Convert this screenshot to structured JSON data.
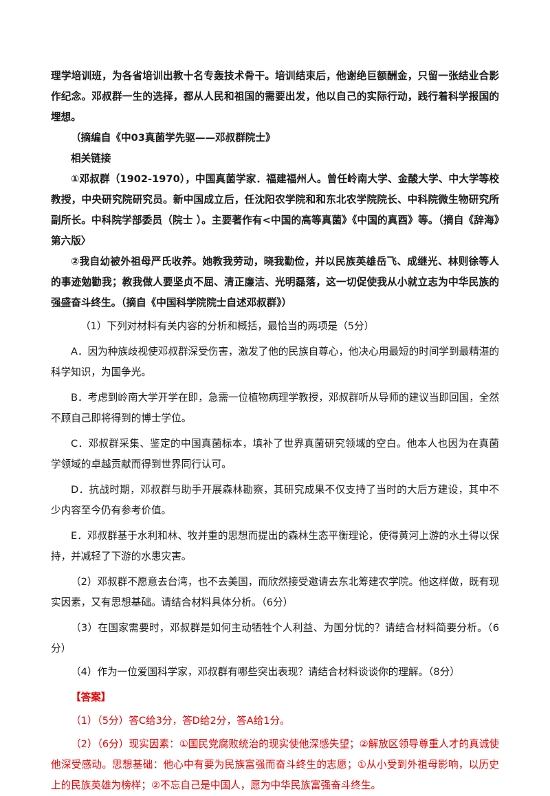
{
  "material": {
    "para_continue": "理学培训班，为各省培训出教十名专轰技术骨干。培训结束后，他谢绝巨额酬金，只留一张结业合影作纪念。邓叔群一生的选择，都从人民和祖国的需要出发，他以自己的实际行动，践行着科学报国的埋想。",
    "source": "（摘编自《中03真菌学先驱——邓叔群院士》",
    "related_heading": "相关链接",
    "link1": "①邓叔群（1902-1970），中国真菌学家．福建福州人。曾任岭南大学、金酸大学、中大学等校教授，中央研究院研究员。新中国成立后，任沈阳农学院和和东北农学院院长、中科院微生物研究所副所长。中科院学部委员（院士 ）。主要著作有<中国的高等真菌》《中国的真酉》等。（摘自《辞海》第六版〉",
    "link2": "②我自幼被外祖母严氏收养。她教我劳动，晓我勤俭，并以民族英雄岳飞、成继光、林则徐等人的事迹勉勸我；教我做人要坚贞不屈、清正廉洁、光明磊落，这一切促使我从小就立志为中华民族的强盛奋斗终生。（摘自《中国科学院院士自述邓叔群》）"
  },
  "questions": {
    "q1_stem": "（1）下列对材料有关内容的分析和概括，最恰当的两项是（5分）",
    "q1_options": [
      "A．因为种族歧视使邓叔群深受伤害，激发了他的民族自尊心，他决心用最短的时间学到最精湛的科学知识，为国争光。",
      "B．考虑到岭南大学开学在即，急需一位植物病理学教授，邓叔群听从导师的建议当即回国，全然不顾自己即将得到的博士学位。",
      "C．邓叔群采集、鉴定的中国真菌标本，填补了世界真菌研究领域的空白。他本人也因为在真菌学领域的卓越贡献而得到世界同行认可。",
      "D．抗战时期，邓叔群与助手开展森林勘察，其研究成果不仅支持了当时的大后方建设，其中不少内容至今仍有参考价值。",
      "E．邓叔群基于水利和林、牧并重的思想而提出的森林生态平衡理论，使得黄河上游的水土得以保持，并减轻了下游的水患灾害。"
    ],
    "q2": "（2）邓叔群不愿意去台湾，也不去美国，而欣然接受邀请去东北筹建农学院。他这样做，既有现实因素，又有思想基础。请结合材料具体分析。（6分）",
    "q3": "（3）在国家需要时，邓叔群是如何主动牺牲个人利益、为国分忧的？请结合材料简要分析。（6分）",
    "q4": "（4）作为一位爱国科学家，邓叔群有哪些突出表现？请结合材料谈谈你的理解。（8分）"
  },
  "answer": {
    "tag": "【答案】",
    "a1": "（1）（5分）答C给3分，答D给2分，答A给1分。",
    "a2": "（2）（6分）现实因素：①国民党腐败统治的现实使他深感失望；②解放区领导尊重人才的真诚使他深受感动。思想基础：他心中有要为民族富强而奋斗终生的志愿；①从小受到外祖母影响，以历史上的民族英雄为榜样；②不忘自己是中国人，愿为中华民族富强奋斗终生。"
  },
  "colors": {
    "answer_red": "#e60000",
    "body_text": "#1a1a1a"
  }
}
